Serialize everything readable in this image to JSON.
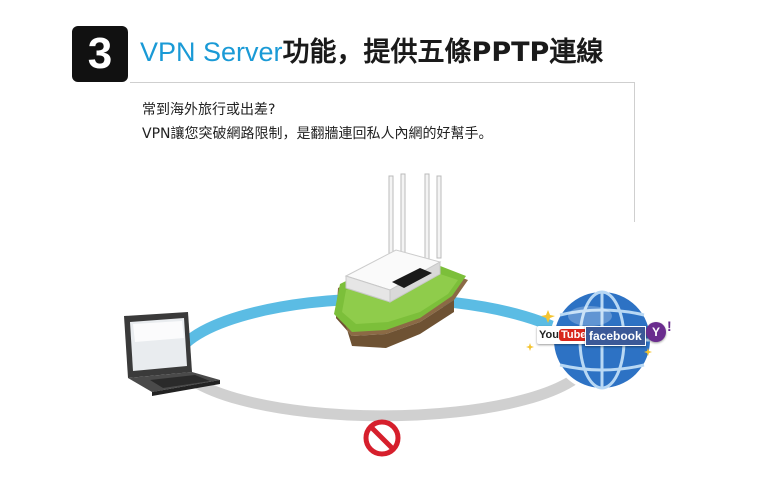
{
  "step_number": "3",
  "title": {
    "accent": "VPN Server",
    "rest": "功能，提供五條PPTP連線"
  },
  "description": [
    "常到海外旅行或出差?",
    "VPN讓您突破網路限制，是翻牆連回私人內網的好幫手。"
  ],
  "services": {
    "youtube_you": "You",
    "youtube_tube": "Tube",
    "facebook": "facebook",
    "yahoo": "Y",
    "yahoo_bang": "!"
  },
  "colors": {
    "accent_blue": "#1a9ad6",
    "vpn_ring": "#5bbce4",
    "blocked_ring": "#cfcfcf",
    "blocked_sign": "#d61f2c",
    "globe": "#2d72c4"
  }
}
